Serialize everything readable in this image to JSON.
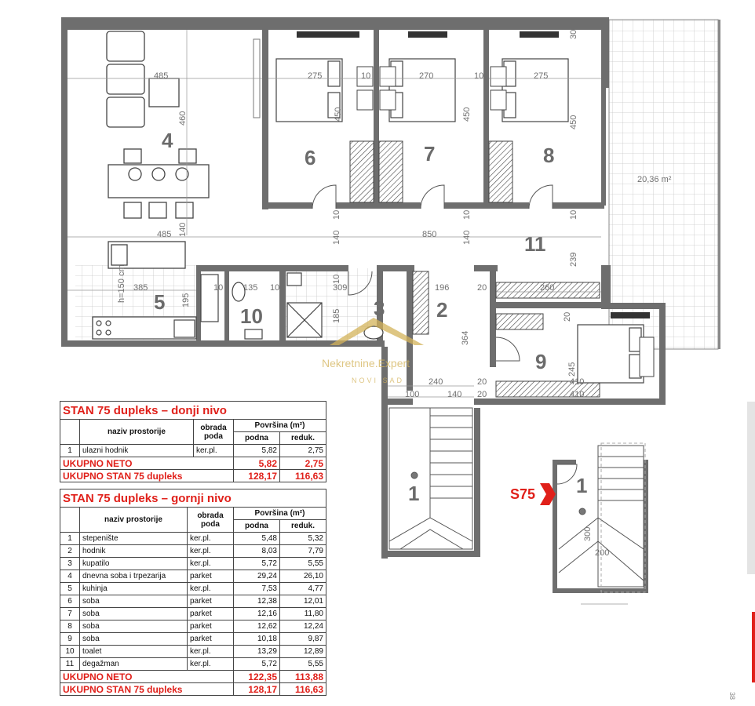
{
  "rooms": {
    "r1a": "1",
    "r1b": "1",
    "r2": "2",
    "r3": "3",
    "r4": "4",
    "r5": "5",
    "r6": "6",
    "r7": "7",
    "r8": "8",
    "r9": "9",
    "r10": "10",
    "r11": "11"
  },
  "terrace_area": "20,36 m²",
  "dims": {
    "d485a": "485",
    "d460": "460",
    "d485b": "485",
    "d140a": "140",
    "d385": "385",
    "d195": "195",
    "d275a": "275",
    "d270": "270",
    "d275b": "275",
    "d10a": "10",
    "d10b": "10",
    "d30": "30",
    "d450a": "450",
    "d450b": "450",
    "d450c": "450",
    "d850": "850",
    "d140b": "140",
    "d140c": "140",
    "d10c": "10",
    "d10d": "10",
    "d10e": "10",
    "d239": "239",
    "d135": "135",
    "d10f": "10",
    "d10g": "10",
    "d309": "309",
    "d185": "185",
    "d10h": "10",
    "d196": "196",
    "d20a": "20",
    "d260": "260",
    "d364": "364",
    "d245": "245",
    "d240": "240",
    "d20b": "20",
    "d410a": "410",
    "d100": "100",
    "d140d": "140",
    "d20c": "20",
    "d410b": "410",
    "d20d": "20",
    "h150": "h=150 cm",
    "d300": "300",
    "d200": "200"
  },
  "watermark": {
    "name": "Nekretnine.Expert",
    "city": "NOVI SAD"
  },
  "entrance_label": "S75",
  "side_mark": "38",
  "table_lower": {
    "title": "STAN 75 dupleks – donji nivo",
    "h_name": "naziv prostorije",
    "h_floor": "obrada poda",
    "h_area": "Površina (m²)",
    "h_net": "podna",
    "h_red": "reduk.",
    "rows": [
      {
        "no": "1",
        "name": "ulazni hodnik",
        "floor": "ker.pl.",
        "net": "5,82",
        "red": "2,75"
      }
    ],
    "total_net_label": "UKUPNO NETO",
    "total_net": "5,82",
    "total_net_red": "2,75",
    "total_label": "UKUPNO STAN 75 dupleks",
    "total": "128,17",
    "total_red": "116,63"
  },
  "table_upper": {
    "title": "STAN 75 dupleks – gornji nivo",
    "h_name": "naziv prostorije",
    "h_floor": "obrada poda",
    "h_area": "Površina (m²)",
    "h_net": "podna",
    "h_red": "reduk.",
    "rows": [
      {
        "no": "1",
        "name": "stepenište",
        "floor": "ker.pl.",
        "net": "5,48",
        "red": "5,32"
      },
      {
        "no": "2",
        "name": "hodnik",
        "floor": "ker.pl.",
        "net": "8,03",
        "red": "7,79"
      },
      {
        "no": "3",
        "name": "kupatilo",
        "floor": "ker.pl.",
        "net": "5,72",
        "red": "5,55"
      },
      {
        "no": "4",
        "name": "dnevna soba i trpezarija",
        "floor": "parket",
        "net": "29,24",
        "red": "26,10"
      },
      {
        "no": "5",
        "name": "kuhinja",
        "floor": "ker.pl.",
        "net": "7,53",
        "red": "4,77"
      },
      {
        "no": "6",
        "name": "soba",
        "floor": "parket",
        "net": "12,38",
        "red": "12,01"
      },
      {
        "no": "7",
        "name": "soba",
        "floor": "parket",
        "net": "12,16",
        "red": "11,80"
      },
      {
        "no": "8",
        "name": "soba",
        "floor": "parket",
        "net": "12,62",
        "red": "12,24"
      },
      {
        "no": "9",
        "name": "soba",
        "floor": "parket",
        "net": "10,18",
        "red": "9,87"
      },
      {
        "no": "10",
        "name": "toalet",
        "floor": "ker.pl.",
        "net": "13,29",
        "red": "12,89"
      },
      {
        "no": "11",
        "name": "degažman",
        "floor": "ker.pl.",
        "net": "5,72",
        "red": "5,55"
      }
    ],
    "total_net_label": "UKUPNO NETO",
    "total_net": "122,35",
    "total_net_red": "113,88",
    "total_label": "UKUPNO STAN 75 dupleks",
    "total": "128,17",
    "total_red": "116,63"
  }
}
